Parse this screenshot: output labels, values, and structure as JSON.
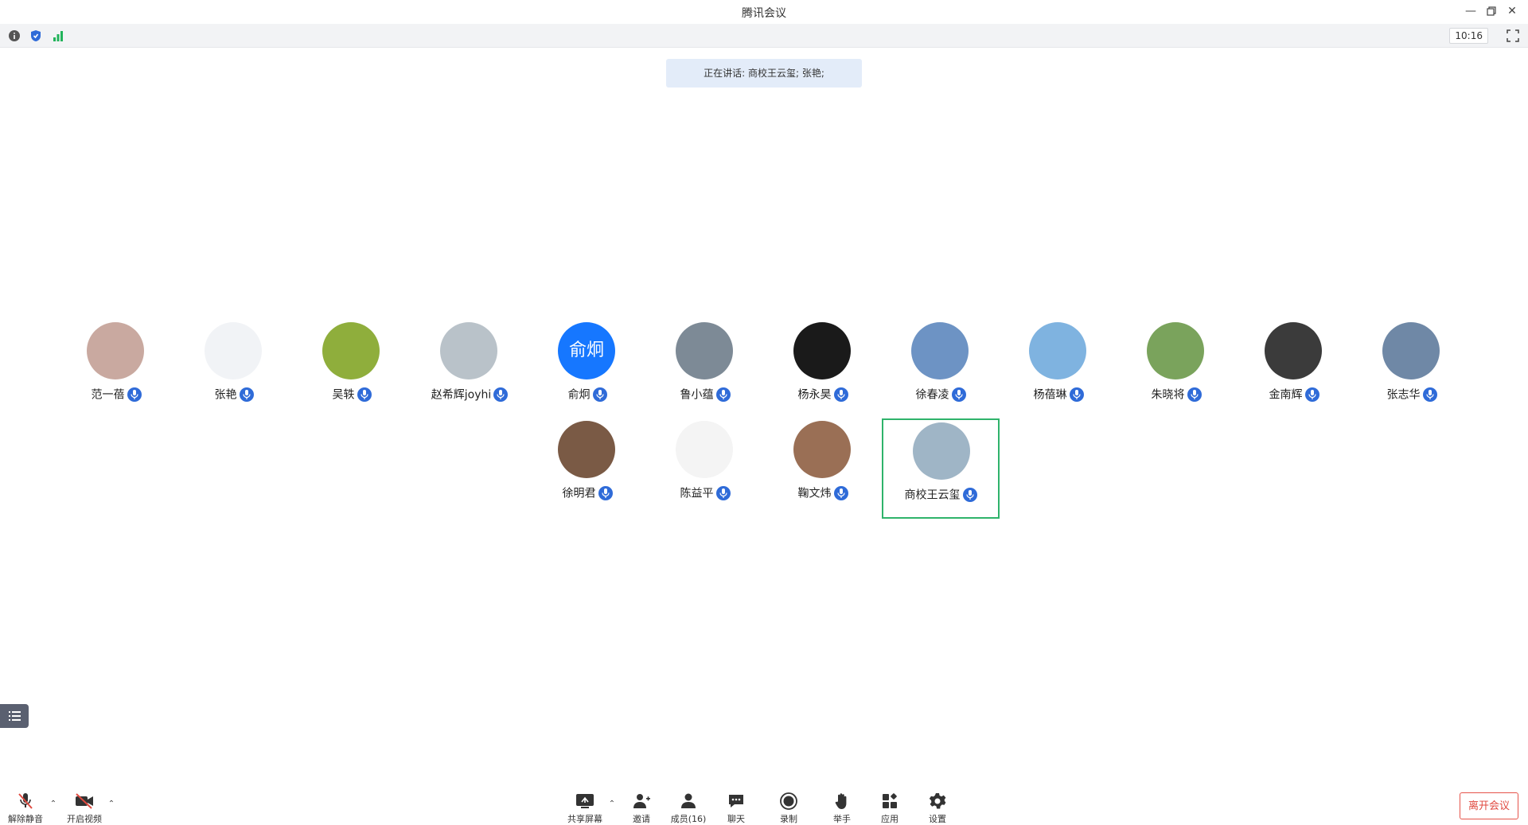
{
  "window": {
    "title": "腾讯会议",
    "clock": "10:16"
  },
  "speaking_banner": "正在讲话: 商校王云玺; 张艳;",
  "participants": [
    {
      "name": "范一蓓",
      "avatar_color": "#c9a9a0"
    },
    {
      "name": "张艳",
      "avatar_color": "#f1f3f6"
    },
    {
      "name": "吴轶",
      "avatar_color": "#8fae3c"
    },
    {
      "name": "赵希辉joyhi",
      "avatar_color": "#b9c2c9"
    },
    {
      "name": "俞炯",
      "avatar_color": "#1677ff",
      "avatar_text": "俞炯"
    },
    {
      "name": "鲁小蕴",
      "avatar_color": "#7d8a96"
    },
    {
      "name": "杨永昊",
      "avatar_color": "#1a1a1a"
    },
    {
      "name": "徐春凌",
      "avatar_color": "#6d93c4"
    },
    {
      "name": "杨蓓琳",
      "avatar_color": "#7fb3e0"
    },
    {
      "name": "朱晓将",
      "avatar_color": "#7aa35c"
    },
    {
      "name": "金南辉",
      "avatar_color": "#3b3b3b"
    },
    {
      "name": "张志华",
      "avatar_color": "#6f88a6"
    },
    {
      "name": "徐明君",
      "avatar_color": "#7a5a45"
    },
    {
      "name": "陈益平",
      "avatar_color": "#f4f4f4"
    },
    {
      "name": "鞠文炜",
      "avatar_color": "#9a6f55"
    },
    {
      "name": "商校王云玺",
      "avatar_color": "#9fb5c6"
    }
  ],
  "toolbar": {
    "unmute": "解除静音",
    "start_video": "开启视频",
    "share_screen": "共享屏幕",
    "invite": "邀请",
    "members": "成员(16)",
    "chat": "聊天",
    "record": "录制",
    "raise_hand": "举手",
    "apps": "应用",
    "settings": "设置",
    "leave": "离开会议"
  },
  "colors": {
    "accent_blue": "#2f6bd8",
    "active_speaker_border": "#2fb36b",
    "leave_red": "#e04a40"
  }
}
